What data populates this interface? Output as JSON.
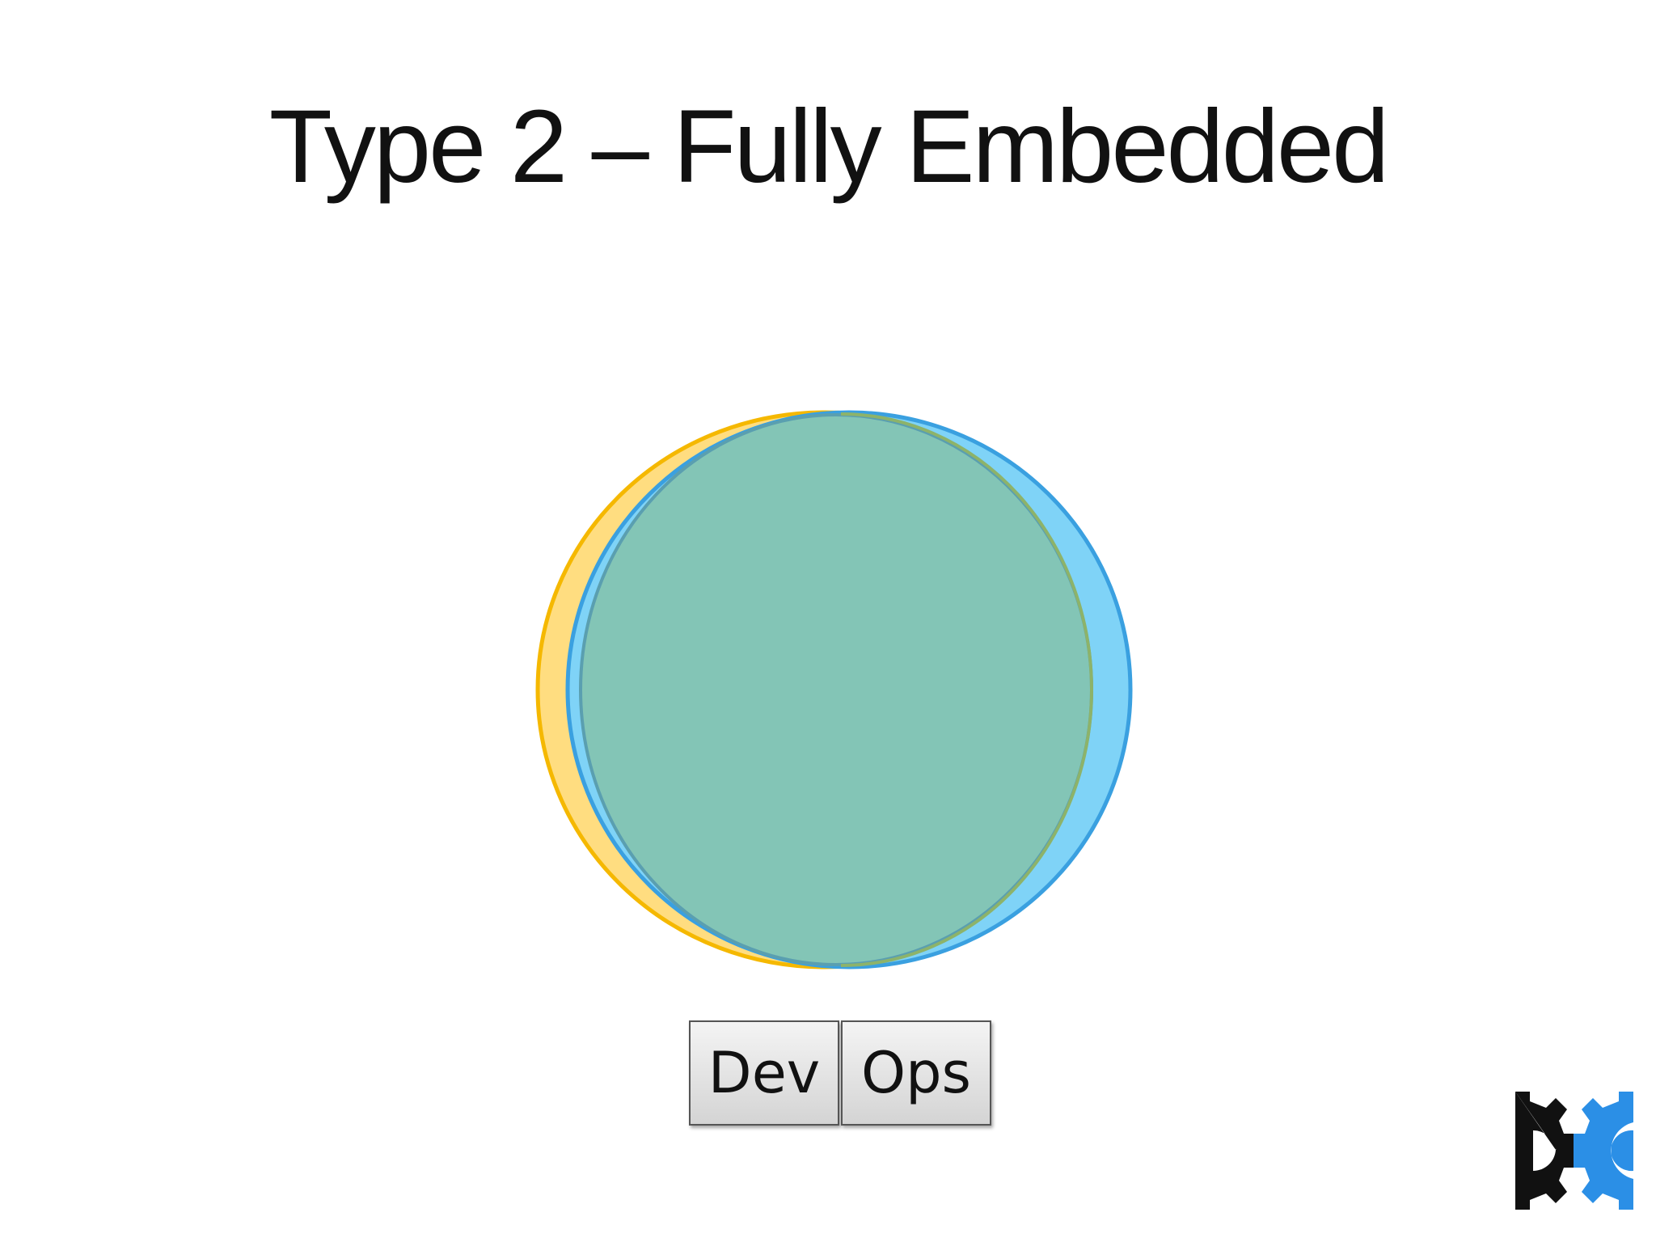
{
  "slide": {
    "title": "Type 2 – Fully Embedded"
  },
  "diagram": {
    "type": "venn",
    "sets": [
      {
        "label": "Dev",
        "color": "#f5b800",
        "fill": "#ffd966"
      },
      {
        "label": "Ops",
        "color": "#3aa0e0",
        "fill": "#6cc8f2"
      }
    ],
    "overlap_color": "#83c5b6"
  },
  "legend": {
    "dev_label": "Dev",
    "ops_label": "Ops"
  },
  "logo": {
    "icon": "gear-pair-logo",
    "colors": [
      "#111111",
      "#2b8fe6"
    ]
  }
}
